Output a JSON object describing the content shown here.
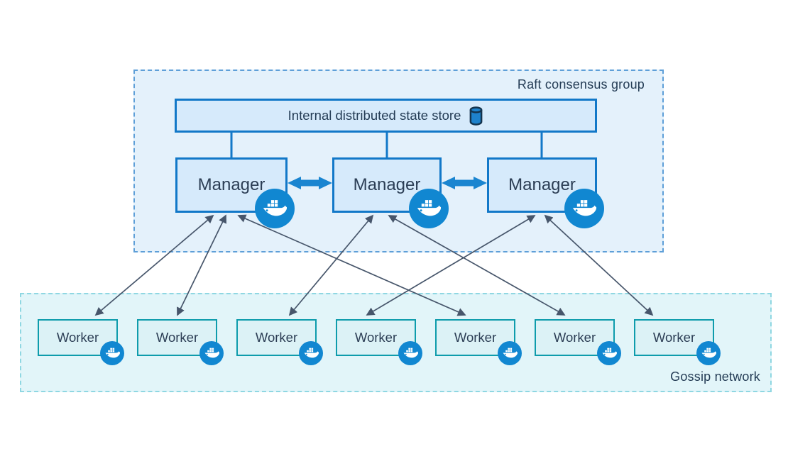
{
  "raft_group": {
    "label": "Raft consensus group",
    "state_store": {
      "label": "Internal distributed state store"
    },
    "managers": [
      {
        "label": "Manager"
      },
      {
        "label": "Manager"
      },
      {
        "label": "Manager"
      }
    ]
  },
  "gossip_network": {
    "label": "Gossip network",
    "workers": [
      {
        "label": "Worker"
      },
      {
        "label": "Worker"
      },
      {
        "label": "Worker"
      },
      {
        "label": "Worker"
      },
      {
        "label": "Worker"
      },
      {
        "label": "Worker"
      },
      {
        "label": "Worker"
      }
    ]
  },
  "connections": {
    "store_to_managers": [
      "manager-1",
      "manager-2",
      "manager-3"
    ],
    "manager_to_manager": [
      "manager-1 <-> manager-2",
      "manager-2 <-> manager-3"
    ],
    "manager_worker_links": [
      {
        "manager": "manager-1",
        "worker": "worker-1"
      },
      {
        "manager": "manager-1",
        "worker": "worker-2"
      },
      {
        "manager": "manager-1",
        "worker": "worker-5"
      },
      {
        "manager": "manager-2",
        "worker": "worker-3"
      },
      {
        "manager": "manager-2",
        "worker": "worker-6"
      },
      {
        "manager": "manager-3",
        "worker": "worker-4"
      },
      {
        "manager": "manager-3",
        "worker": "worker-7"
      }
    ],
    "link_style": "thin double-headed arrows"
  },
  "icons": {
    "state_store": "database-cylinder-icon",
    "node_badge": "docker-whale-icon"
  },
  "colors": {
    "raft_bg": "#E4F1FB",
    "raft_border": "#5E9FD8",
    "node_bg": "#D6EAFB",
    "node_border": "#1278C8",
    "gossip_bg": "#E2F5F9",
    "gossip_border": "#8FD7E2",
    "worker_bg": "#DCF2F6",
    "worker_border": "#0E9CAC",
    "docker_badge": "#1187D1",
    "thick_arrow": "#1A85D0",
    "thin_arrow": "#47566B",
    "text": "#243C55"
  }
}
